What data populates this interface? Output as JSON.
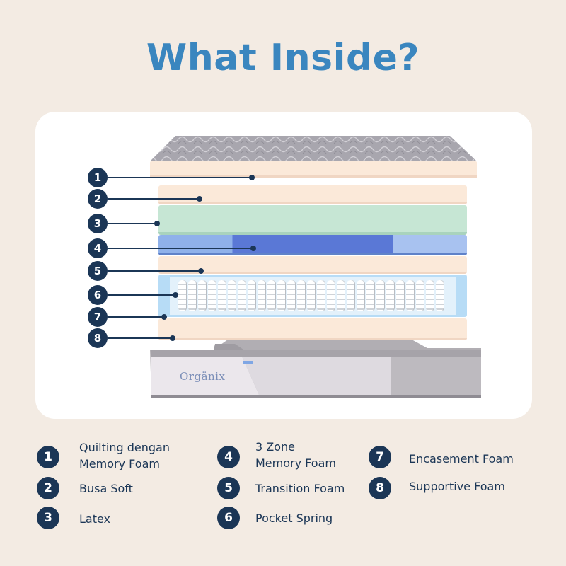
{
  "title": "What Inside?",
  "brand": "Orgänix",
  "markers": [
    "1",
    "2",
    "3",
    "4",
    "5",
    "6",
    "7",
    "8"
  ],
  "legend": [
    {
      "num": "1",
      "lines": [
        "Quilting dengan",
        "Memory Foam"
      ]
    },
    {
      "num": "2",
      "lines": [
        "Busa Soft"
      ]
    },
    {
      "num": "3",
      "lines": [
        "Latex"
      ]
    },
    {
      "num": "4",
      "lines": [
        "3 Zone",
        "Memory Foam"
      ]
    },
    {
      "num": "5",
      "lines": [
        "Transition Foam"
      ]
    },
    {
      "num": "6",
      "lines": [
        "Pocket Spring"
      ]
    },
    {
      "num": "7",
      "lines": [
        "Encasement Foam"
      ]
    },
    {
      "num": "8",
      "lines": [
        "Supportive Foam"
      ]
    }
  ],
  "colors": {
    "background": "#f3ebe3",
    "title": "#3a86bf",
    "badge": "#1b3656",
    "foam": "#fbe9d9",
    "latex": "#c6e6d4",
    "memory_foam": "#7a9ee0",
    "encasement": "#b7dcf6",
    "base_gray": "#b1aeb3"
  }
}
